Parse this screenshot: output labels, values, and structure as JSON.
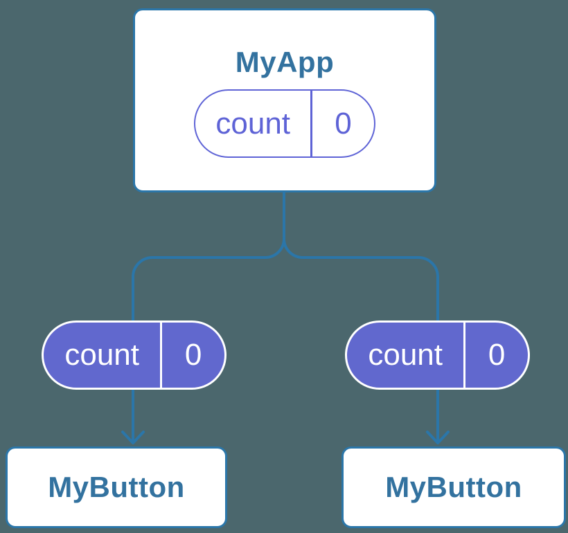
{
  "colors": {
    "background": "#4B676D",
    "line": "#2B76A9",
    "heading-text": "#33729F",
    "purple-outline": "#5E63D6",
    "purple-fill": "#6168CE",
    "node-bg": "#FFFFFF",
    "pill-text-light": "#FFFFFF"
  },
  "nodes": {
    "parent": {
      "label": "MyApp",
      "pill": {
        "name": "count",
        "value": "0"
      }
    },
    "leftProp": {
      "name": "count",
      "value": "0"
    },
    "rightProp": {
      "name": "count",
      "value": "0"
    },
    "leftChild": {
      "label": "MyButton"
    },
    "rightChild": {
      "label": "MyButton"
    }
  }
}
